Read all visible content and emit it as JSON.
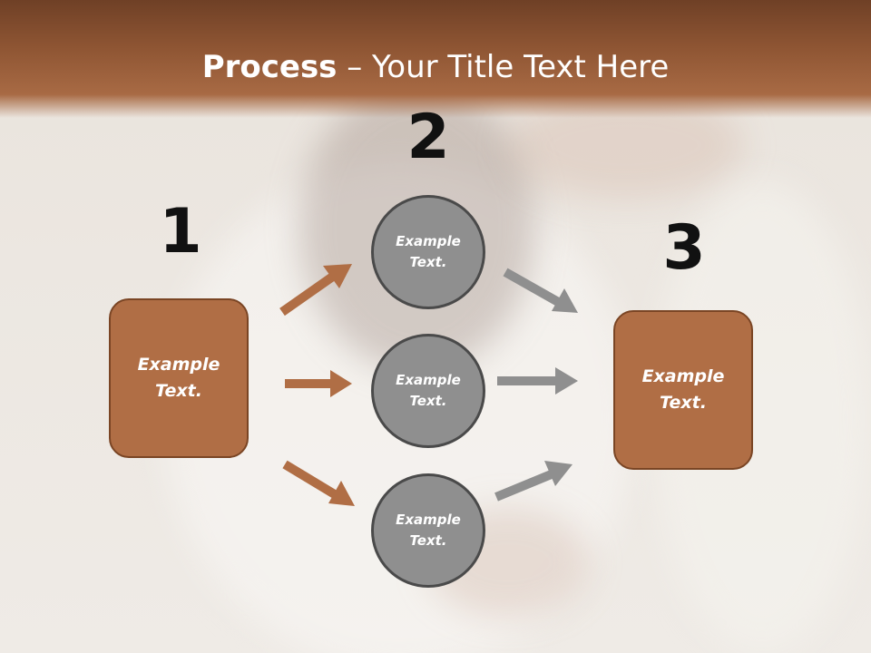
{
  "slide": {
    "title_bold": "Process",
    "title_rest": " – Your Title Text Here"
  },
  "steps": {
    "step1_number": "1",
    "step2_number": "2",
    "step3_number": "3"
  },
  "nodes": {
    "left_box": "Example Text.",
    "circle_top": "Example Text.",
    "circle_middle": "Example Text.",
    "circle_bottom": "Example Text.",
    "right_box": "Example Text."
  },
  "colors": {
    "accent_brown": "#b06e45",
    "arrow_brown": "#b06e45",
    "arrow_gray": "#8f8f8f",
    "circle_gray": "#8f8f8f"
  }
}
